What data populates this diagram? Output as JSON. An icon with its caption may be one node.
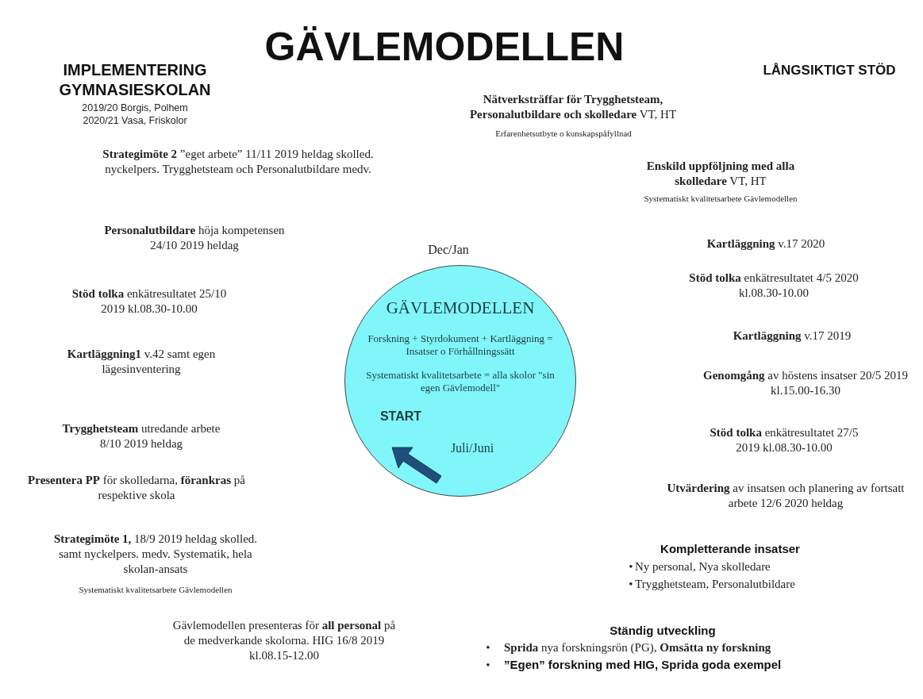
{
  "diagram": {
    "title": "GÄVLEMODELLEN",
    "nodes": [
      {
        "text": [
          "GÄVLEMODELLEN",
          "Forskning + Styrdokument + Kartläggning = Insatser o Förhållningssätt",
          "Systematiskt kvalitetsarbete = alla skolor \"sin egen Gävlemodell\"",
          "START",
          "Juli/Juni"
        ],
        "beside": [
          "Dec/Jan"
        ]
      }
    ],
    "labels": [
      "IMPLEMENTERING GYMNASIESKOLAN",
      "2019/20 Borgis, Polhem 2020/21 Vasa, Friskolor",
      "LÅNGSIKTIGT STÖD",
      "**Nätverksträffar för Trygghetsteam, Personalutbildare och skolledare** VT, HT",
      "Erfarenhetsutbyte o kunskapspåfyllnad",
      "**Strategimöte 2** ”eget arbete” 11/11 2019 heldag skolled. nyckelpers. Trygghetsteam och Personalutbildare medv.",
      "**Enskild uppföljning med alla skolledare** VT, HT",
      "Systematiskt kvalitetsarbete Gävlemodellen",
      "**Personalutbildare** höja kompetensen 24/10 2019 heldag",
      "**Kartläggning** v.17 2020",
      "**Stöd tolka** enkätresultatet 25/10 2019 kl.08.30-10.00",
      "**Stöd tolka** enkätresultatet 4/5 2020 kl.08.30-10.00",
      "**Kartläggning** v.17 2019",
      "**Kartläggning1** v.42 samt egen lägesinventering",
      "**Genomgång** av höstens insatser 20/5 2019 kl.15.00-16.30",
      "**Trygghetsteam** utredande arbete 8/10 2019 heldag",
      "**Stöd tolka** enkätresultatet 27/5 2019 kl.08.30-10.00",
      "**Presentera PP** för skolledarna, **förankras** på respektive skola",
      "**Utvärdering** av insatsen och planering av fortsatt arbete 12/6 2020 heldag",
      "**Strategimöte 1,** 18/9 2019 heldag skolled. samt nyckelpers. medv. Systematik, hela skolan-ansats",
      "Systematiskt kvalitetsarbete Gävlemodellen",
      "Kompletterande insatser",
      "•",
      "Ny personal, Nya skolledare",
      "•",
      "Trygghetsteam, Personalutbildare",
      "Gävlemodellen presenteras för **all personal** på de medverkande skolorna. HIG 16/8 2019 kl.08.15-12.00",
      "Ständig utveckling",
      "•",
      "**Sprida** nya forskningsrön (PG), **Omsätta ny forskning**",
      "•",
      "”Egen” forskning med HIG, Sprida goda exempel"
    ]
  }
}
